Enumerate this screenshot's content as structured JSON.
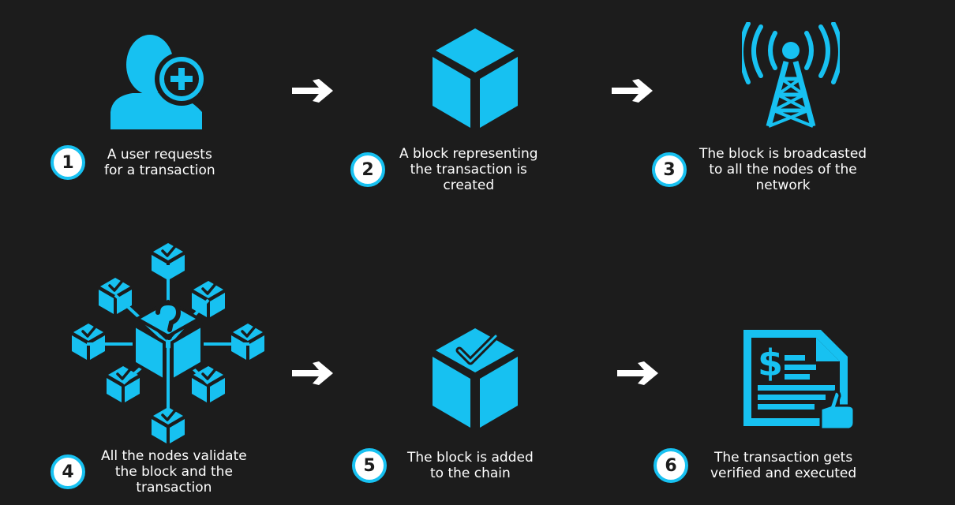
{
  "colors": {
    "background": "#1c1c1c",
    "accent": "#17c1f1",
    "text": "#ffffff"
  },
  "steps": [
    {
      "number": "1",
      "icon": "user-add-icon",
      "lines": [
        "A user requests",
        "for a transaction"
      ]
    },
    {
      "number": "2",
      "icon": "block-cube-icon",
      "lines": [
        "A block representing",
        "the transaction is",
        "created"
      ]
    },
    {
      "number": "3",
      "icon": "broadcast-tower-icon",
      "lines": [
        "The block is broadcasted",
        "to all the nodes of the",
        "network"
      ]
    },
    {
      "number": "4",
      "icon": "node-network-icon",
      "lines": [
        "All the nodes validate",
        "the block and the",
        "transaction"
      ]
    },
    {
      "number": "5",
      "icon": "block-check-icon",
      "lines": [
        "The block is added",
        "to the chain"
      ]
    },
    {
      "number": "6",
      "icon": "verified-document-icon",
      "lines": [
        "The transaction gets",
        "verified and executed"
      ]
    }
  ]
}
